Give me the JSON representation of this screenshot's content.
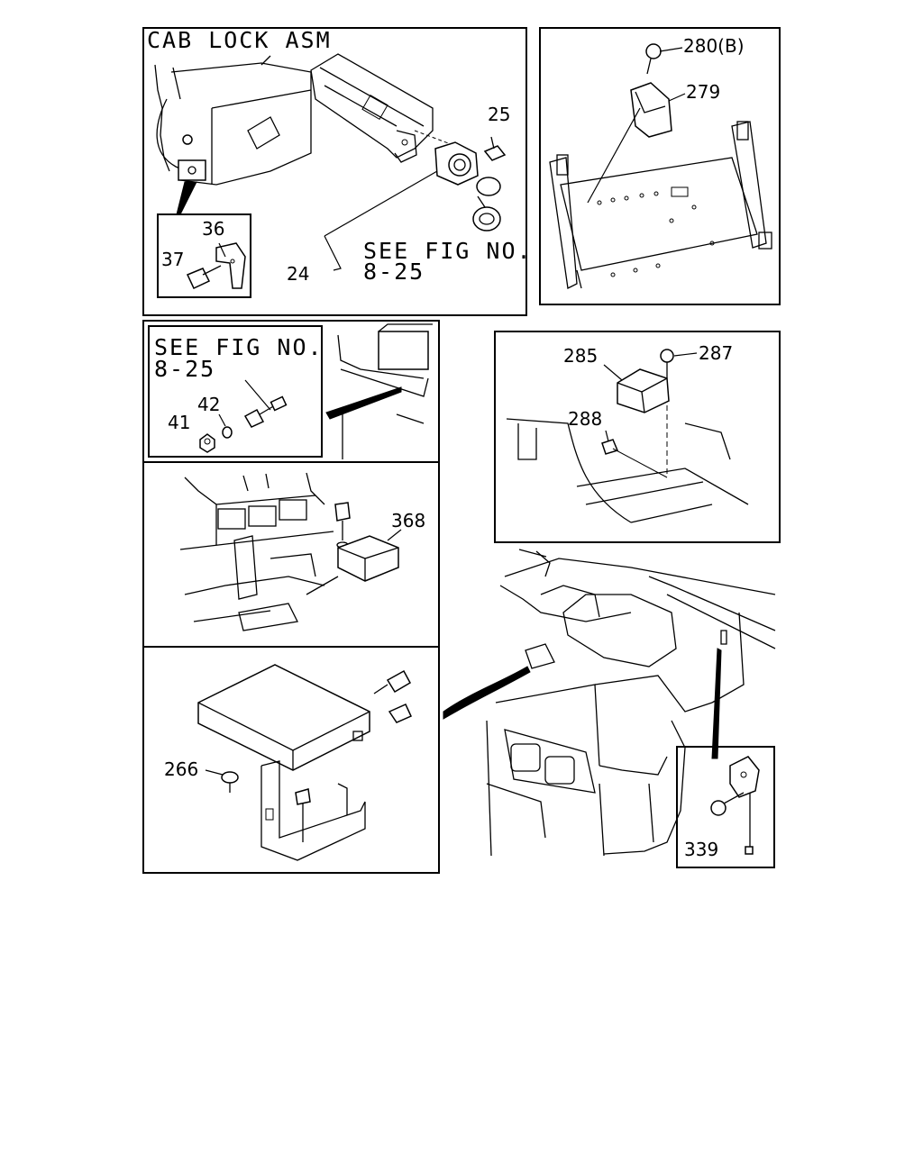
{
  "panels": {
    "cab_lock": {
      "title": "CAB LOCK ASM",
      "see_fig_line1": "SEE FIG NO.",
      "see_fig_line2": "8-25",
      "callouts": {
        "p25": "25",
        "p24": "24",
        "p36": "36",
        "p37": "37"
      }
    },
    "bracket_panel": {
      "callouts": {
        "p280": "280(B)",
        "p279": "279"
      }
    },
    "sensor_panel": {
      "callouts": {
        "p285": "285",
        "p287": "287",
        "p288": "288"
      }
    },
    "fig_ref_panel": {
      "see_fig_line1": "SEE FIG NO.",
      "see_fig_line2": "8-25",
      "callouts": {
        "p41": "41",
        "p42": "42"
      }
    },
    "module_panel": {
      "callouts": {
        "p368": "368"
      }
    },
    "ecu_panel": {
      "callouts": {
        "p266": "266"
      }
    },
    "detail_inset": {
      "callouts": {
        "p339": "339"
      }
    }
  }
}
